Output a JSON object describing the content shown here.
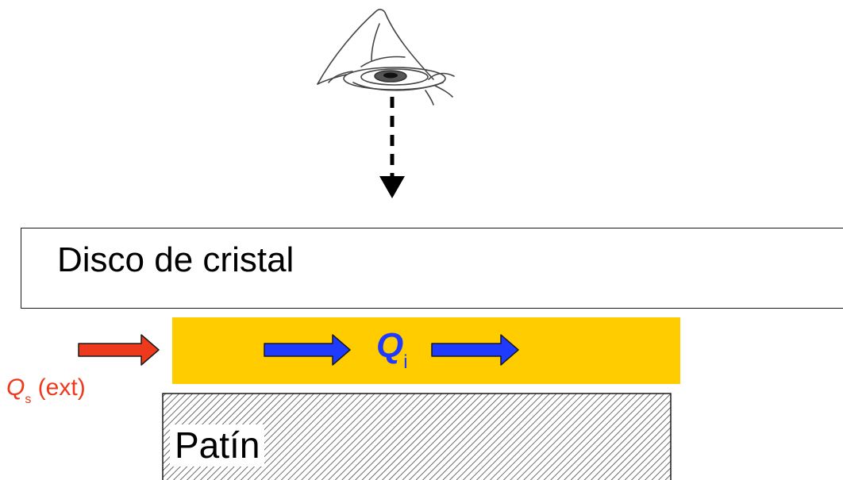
{
  "diagram": {
    "disc_label": "Disco de cristal",
    "shoe_label": "Patín",
    "internal_flow": {
      "symbol": "Q",
      "subscript": "i"
    },
    "external_flow": {
      "symbol": "Q",
      "subscript": "s",
      "qualifier": " (ext)"
    }
  },
  "colors": {
    "oil_film": "#ffcc00",
    "internal_arrow": "#1f3bff",
    "external_arrow": "#ee3a1c",
    "outline": "#1a1a1a"
  },
  "icons": {
    "observer": "eye-icon",
    "view_direction": "dashed-arrow-down-icon"
  }
}
